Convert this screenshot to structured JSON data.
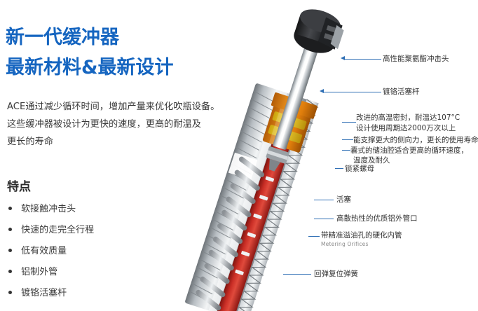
{
  "headline": {
    "line1": "新一代缓冲器",
    "line2": "最新材料&最新设计",
    "color": "#1565c0"
  },
  "intro": {
    "line1": "ACE通过减少循环时间，增加产量来优化吹瓶设备。",
    "line2": "这些缓冲器被设计为更快的速度，更高的耐温及",
    "line3": "更长的寿命"
  },
  "features": {
    "title": "特点",
    "items": [
      "软接触冲击头",
      "快速的走完全行程",
      "低有效质量",
      "铝制外管",
      "镀铬活塞杆"
    ]
  },
  "callouts": [
    {
      "id": "impact-head",
      "text": "高性能聚氨酯冲击头",
      "sub": ""
    },
    {
      "id": "piston-rod",
      "text": "镀铬活塞杆",
      "sub": ""
    },
    {
      "id": "seal-1",
      "text": "改进的高温密封，耐温达107°C",
      "sub": ""
    },
    {
      "id": "seal-2",
      "text": "设计使用周期达2000万次以上",
      "sub": ""
    },
    {
      "id": "bearing",
      "text": "能支撑更大的侧向力，更长的使用寿命",
      "sub": ""
    },
    {
      "id": "reservoir-1",
      "text": "囊式的储油腔适合更高的循环速度，",
      "sub": ""
    },
    {
      "id": "reservoir-2",
      "text": "温度及耐久",
      "sub": ""
    },
    {
      "id": "lock-nut",
      "text": "锁紧螺母",
      "sub": ""
    },
    {
      "id": "piston",
      "text": "活塞",
      "sub": ""
    },
    {
      "id": "outer-tube",
      "text": "高散热性的优质铝外管口",
      "sub": ""
    },
    {
      "id": "inner-tube",
      "text": "带精准溢油孔的硬化内管",
      "sub": "Metering Orifices"
    },
    {
      "id": "return-spring",
      "text": "回弹复位弹簧",
      "sub": ""
    }
  ],
  "illustration": {
    "name": "industrial-shock-absorber-cutaway",
    "colors": {
      "chrome_light": "#e9ecee",
      "chrome_mid": "#b9bfc4",
      "chrome_dark": "#6e7479",
      "head_dark": "#2f3033",
      "seal_orange": "#e8891a",
      "seal_yellow": "#f2c21a",
      "inner_red": "#b5231f",
      "leader_blue": "#2f6fb5"
    }
  }
}
